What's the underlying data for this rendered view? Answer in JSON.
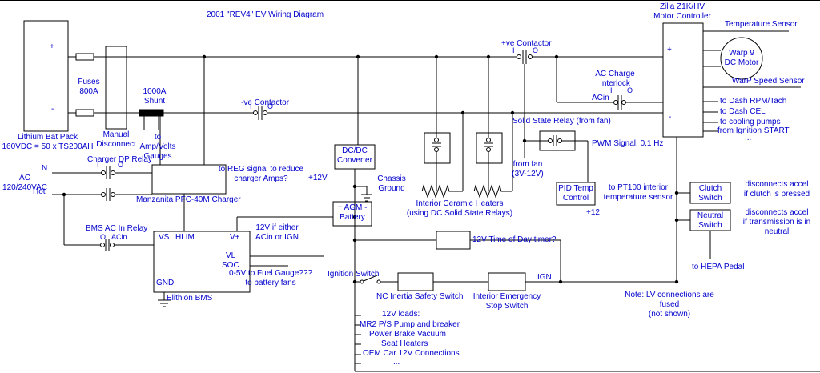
{
  "colors": {
    "wire": "#000000",
    "text": "#0000cc",
    "background": "#ffffff"
  },
  "labels": {
    "title": "2001 \"REV4\" EV Wiring Diagram",
    "zilla_title": "Zilla Z1K/HV\nMotor Controller",
    "temperature_sensor": "Temperature Sensor",
    "warp_motor": "Warp 9\nDC Motor",
    "warp_speed_sensor": "WarP Speed Sensor",
    "dash_rpm": "to Dash RPM/Tach",
    "dash_cel": "to Dash CEL",
    "cooling_pumps": "to cooling pumps",
    "ignition_start": "from Ignition START",
    "ellipsis": "...",
    "lithium_pack": "Lithium Bat Pack\n160VDC = 50 x TS200AH",
    "fuses": "Fuses\n800A",
    "manual_disconnect": "Manual\nDisconnect",
    "shunt": "1000A\nShunt",
    "amp_volts_gauges": "to Amp/Volts\nGauges",
    "neg_contactor": "-ve Contactor",
    "pos_contactor": "+ve Contactor",
    "ac_charge_interlock": "AC Charge\nInterlock",
    "acin": "ACin",
    "ssr_from_fan": "Solid State Relay (from fan)",
    "pwm_signal": "PWM Signal, 0.1 Hz",
    "from_fan": "from fan\n(3V-12V)",
    "pid_temp_control": "PID Temp\nControl",
    "pt100": "to PT100 interior\ntemperature sensor",
    "plus_12": "+12",
    "dcdc_converter": "DC/DC\nConverter",
    "plus_12v": "+12V",
    "chassis_ground": "Chassis\nGround",
    "agm_battery": "+ AGM -\nBattery",
    "ceramic_heaters": "Interior Ceramic Heaters\n(using DC Solid State Relays)",
    "charger_dp_relay": "Charger DP Relay",
    "manzanita_charger": "Manzanita PFC-40M Charger",
    "reg_signal": "to REG signal to reduce\ncharger Amps?",
    "ac_mains": "AC\n120/240VAC",
    "neutral_wire": "N",
    "hot_wire": "Hot",
    "bms_ac_in_relay": "BMS AC In Relay",
    "pin_vs": "VS",
    "pin_hlim": "HLIM",
    "pin_vplus": "V+",
    "pin_vl": "VL",
    "pin_soc": "SOC",
    "pin_gnd": "GND",
    "elithion_bms": "Elithion BMS",
    "twelve_v_either": "12V if either\nACin or IGN",
    "fuel_gauge": "0-5V to Fuel Gauge???\nto battery fans",
    "tod_timer": "12V Time of Day timer?",
    "ignition_switch": "Ignition Switch",
    "nc_inertia": "NC Inertia Safety Switch",
    "emergency_stop": "Interior Emergency\nStop Switch",
    "ign": "IGN",
    "clutch_switch": "Clutch\nSwitch",
    "clutch_note": "disconnects accel\nif clutch is pressed",
    "neutral_switch": "Neutral\nSwitch",
    "neutral_note": "disconnects accel\nif transmission is in neutral",
    "hepa_pedal": "to HEPA Pedal",
    "lv_note": "Note: LV connections are fused\n(not shown)",
    "loads_title": "12V loads:",
    "load_1": "MR2 P/S Pump and breaker",
    "load_2": "Power Brake Vacuum",
    "load_3": "Seat Heaters",
    "load_4": "OEM Car 12V Connections"
  },
  "io": {
    "i": "I",
    "o": "O"
  },
  "terminals": {
    "plus": "+",
    "minus": "-"
  }
}
